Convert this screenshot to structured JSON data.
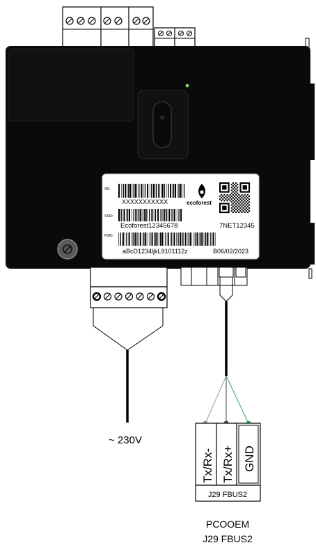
{
  "label": {
    "sn_prefix": "SN:",
    "sn": "XXXXXXXXXXX",
    "ssid_prefix": "SSID:",
    "ssid": "Ecoforest12345678",
    "pwd_prefix": "PWD:",
    "pwd": "aBcD1234ljkL9101112z",
    "brand": "ecoforest",
    "model": "7NET12345",
    "date": "B06/02/2023"
  },
  "power": {
    "voltage_label": "~ 230V"
  },
  "connector": {
    "pins": [
      "Tx/Rx-",
      "Tx/Rx+",
      "GND"
    ],
    "name": "J29 FBUS2"
  },
  "caption": {
    "line1": "PCOOEM",
    "line2": "J29 FBUS2"
  },
  "colors": {
    "housing": "#0a0a0a",
    "wire_gnd": "#27ae60",
    "wire_tx": "#9a9a9a",
    "led": "#7ed957"
  }
}
